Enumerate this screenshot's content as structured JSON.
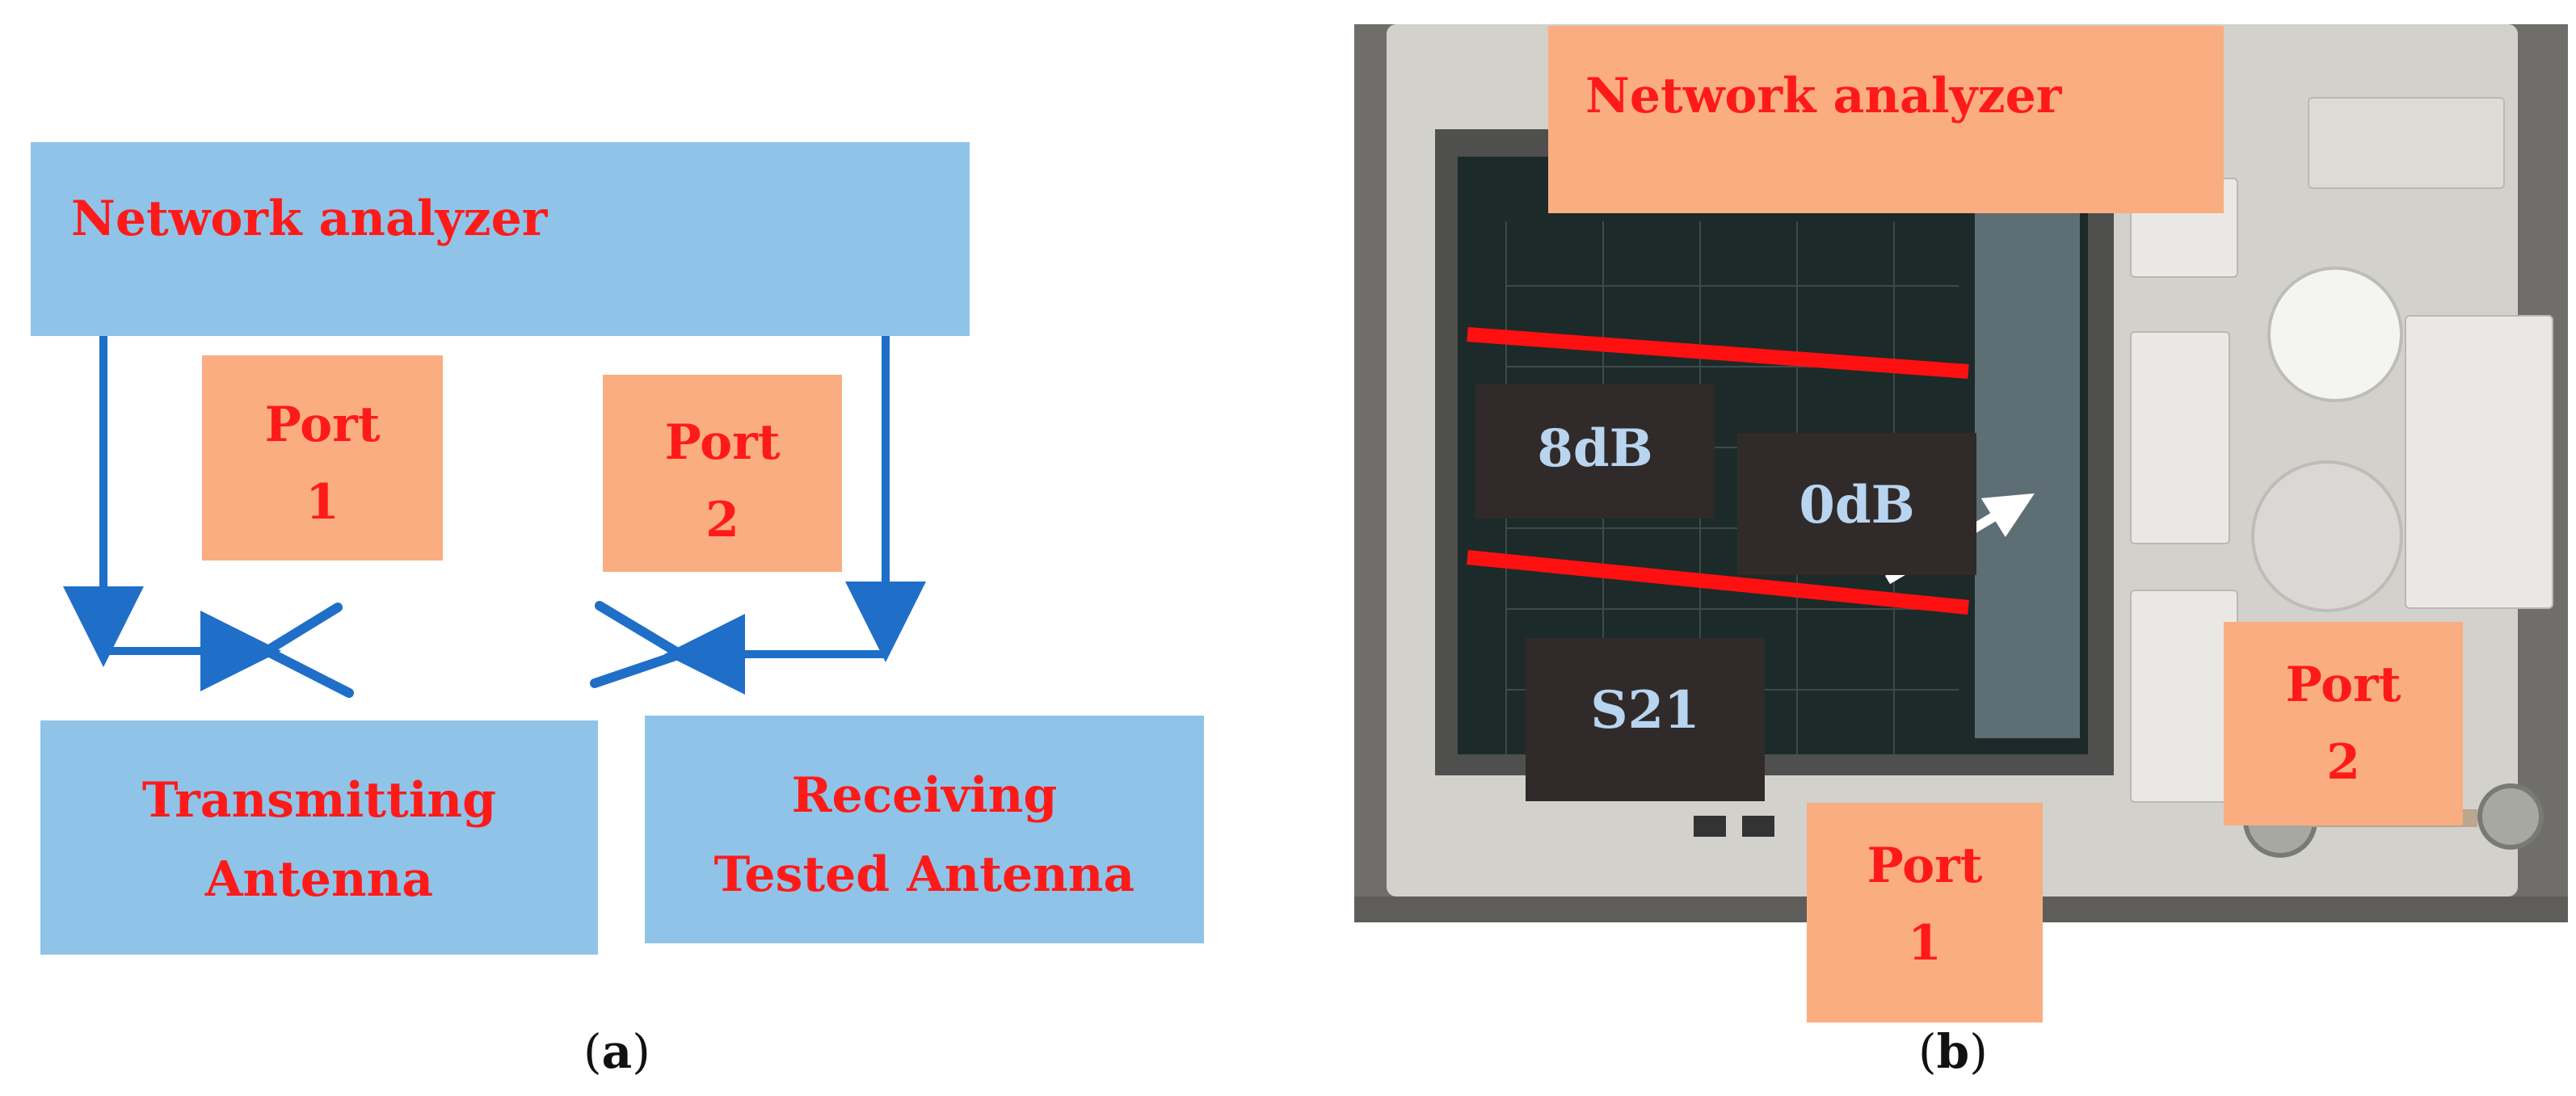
{
  "panel_a": {
    "network_analyzer": "Network analyzer",
    "port1": {
      "line1": "Port",
      "line2": "1"
    },
    "port2": {
      "line1": "Port",
      "line2": "2"
    },
    "transmitting": {
      "line1": "Transmitting",
      "line2": "Antenna"
    },
    "receiving": {
      "line1": "Receiving",
      "line2": "Tested Antenna"
    },
    "caption": {
      "open": "(",
      "letter": "a",
      "close": ")"
    }
  },
  "panel_b": {
    "network_analyzer": "Network analyzer",
    "level_high": "8dB",
    "level_low": "0dB",
    "parameter": "S21",
    "port1": {
      "line1": "Port",
      "line2": "1"
    },
    "port2": {
      "line1": "Port",
      "line2": "2"
    },
    "caption": {
      "open": "(",
      "letter": "b",
      "close": ")"
    }
  },
  "colors": {
    "box_blue": "#8fc4e8",
    "box_peach": "#f9ad80",
    "label_red": "#ff1a1a",
    "arrow_blue": "#1f6fc9",
    "marker_red": "#ff1010",
    "dark_label_bg": "#302b2a",
    "dark_label_text": "#b9d4ef"
  }
}
